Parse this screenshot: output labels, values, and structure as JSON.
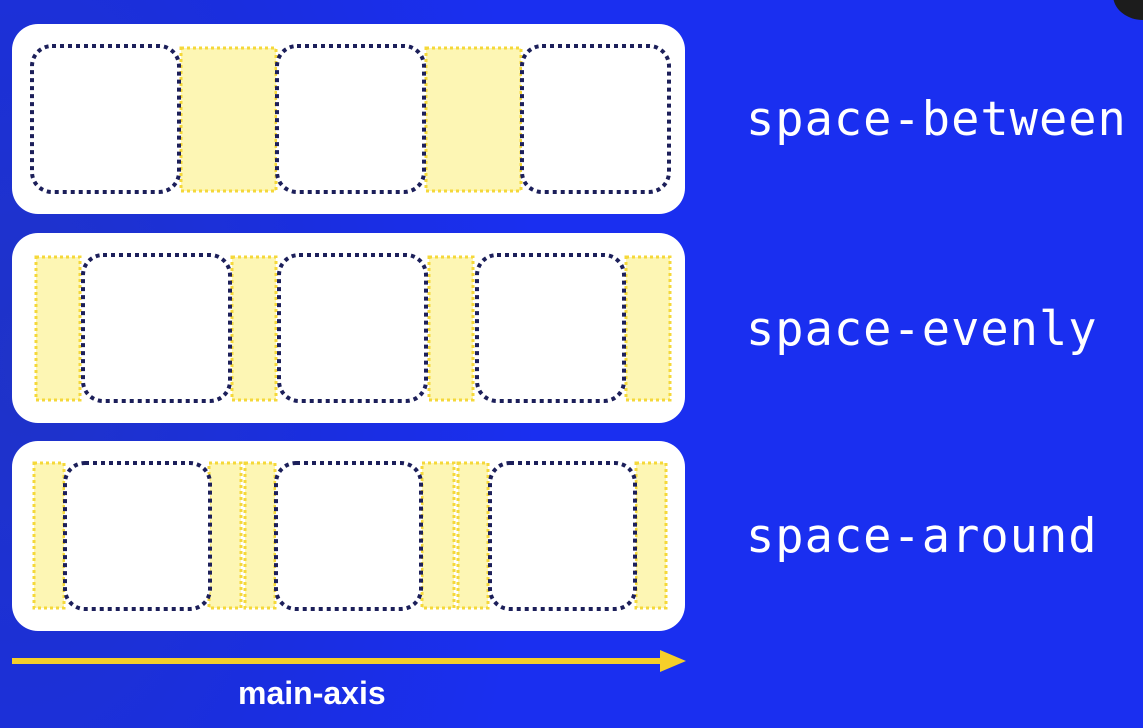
{
  "colors": {
    "background": "#1a2ff0",
    "container": "#ffffff",
    "item_border": "#1c1f5a",
    "space_fill": "#fdf6b4",
    "space_border": "#f5d83a",
    "axis": "#f5cf2a",
    "text": "#ffffff"
  },
  "rows": [
    {
      "label": "space-between"
    },
    {
      "label": "space-evenly"
    },
    {
      "label": "space-around"
    }
  ],
  "axis": {
    "label": "main-axis",
    "icon": "right-arrow-icon"
  }
}
